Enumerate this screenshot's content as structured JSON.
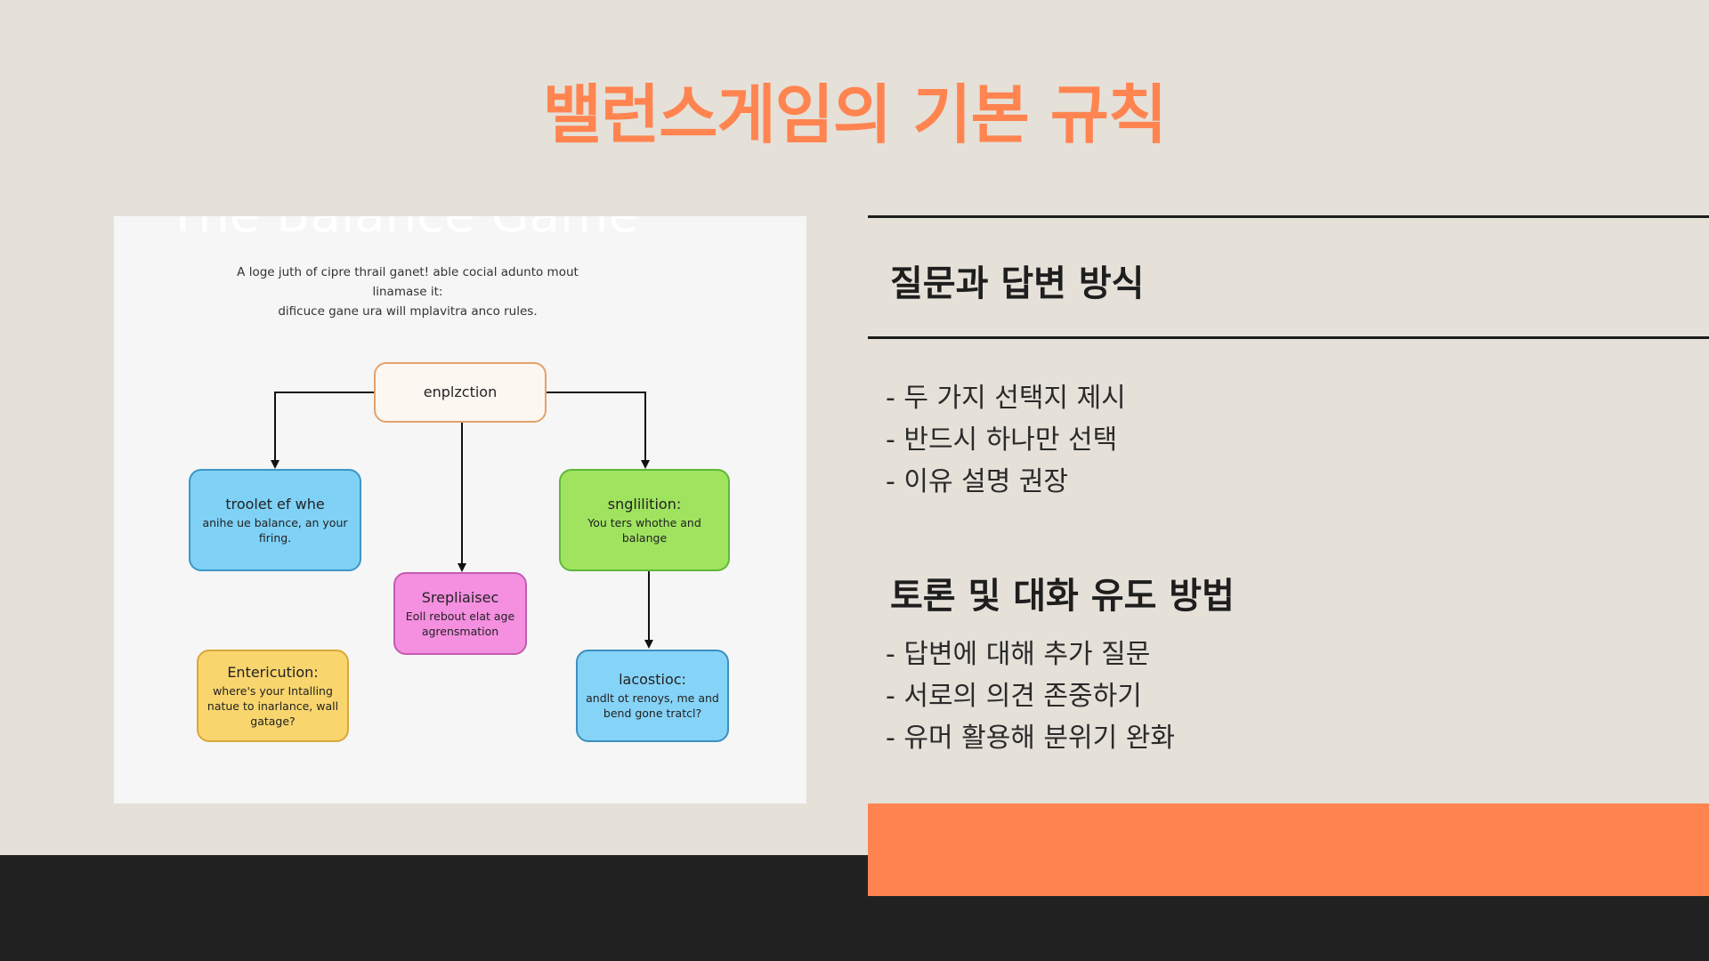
{
  "title": "밸런스게임의 기본 규칙",
  "colors": {
    "accent": "#ff8450",
    "dark_band": "#212121",
    "background": "#e5e0d8"
  },
  "figure": {
    "title": "The Balance Game",
    "description_line1": "A loge juth of cipre thrail ganet! able cocial adunto mout linamase it:",
    "description_line2": "dificuce gane ura will mplavitra anco rules.",
    "nodes": {
      "root": {
        "title": "enplzction",
        "body": ""
      },
      "blue_left": {
        "title": "troolet ef whe",
        "body": "anihe ue balance, an your firing."
      },
      "green_right": {
        "title": "snglilition:",
        "body": "You ters whothe and balange"
      },
      "pink_mid": {
        "title": "Srepliaisec",
        "body": "Eoll rebout elat age agrensmation"
      },
      "yellow_left": {
        "title": "Entericution:",
        "body": "where's your Intalling natue to inarlance, wall gatage?"
      },
      "blue_right": {
        "title": "lacostioc:",
        "body": "andlt ot renoys, me and bend gone tratcl?"
      }
    }
  },
  "section1": {
    "heading": "질문과 답변 방식",
    "bullets": [
      "- 두 가지 선택지 제시",
      "- 반드시 하나만 선택",
      "- 이유 설명 권장"
    ]
  },
  "section2": {
    "heading": "토론 및 대화 유도 방법",
    "bullets": [
      "- 답변에 대해 추가 질문",
      "- 서로의 의견 존중하기",
      "- 유머 활용해 분위기 완화"
    ]
  }
}
